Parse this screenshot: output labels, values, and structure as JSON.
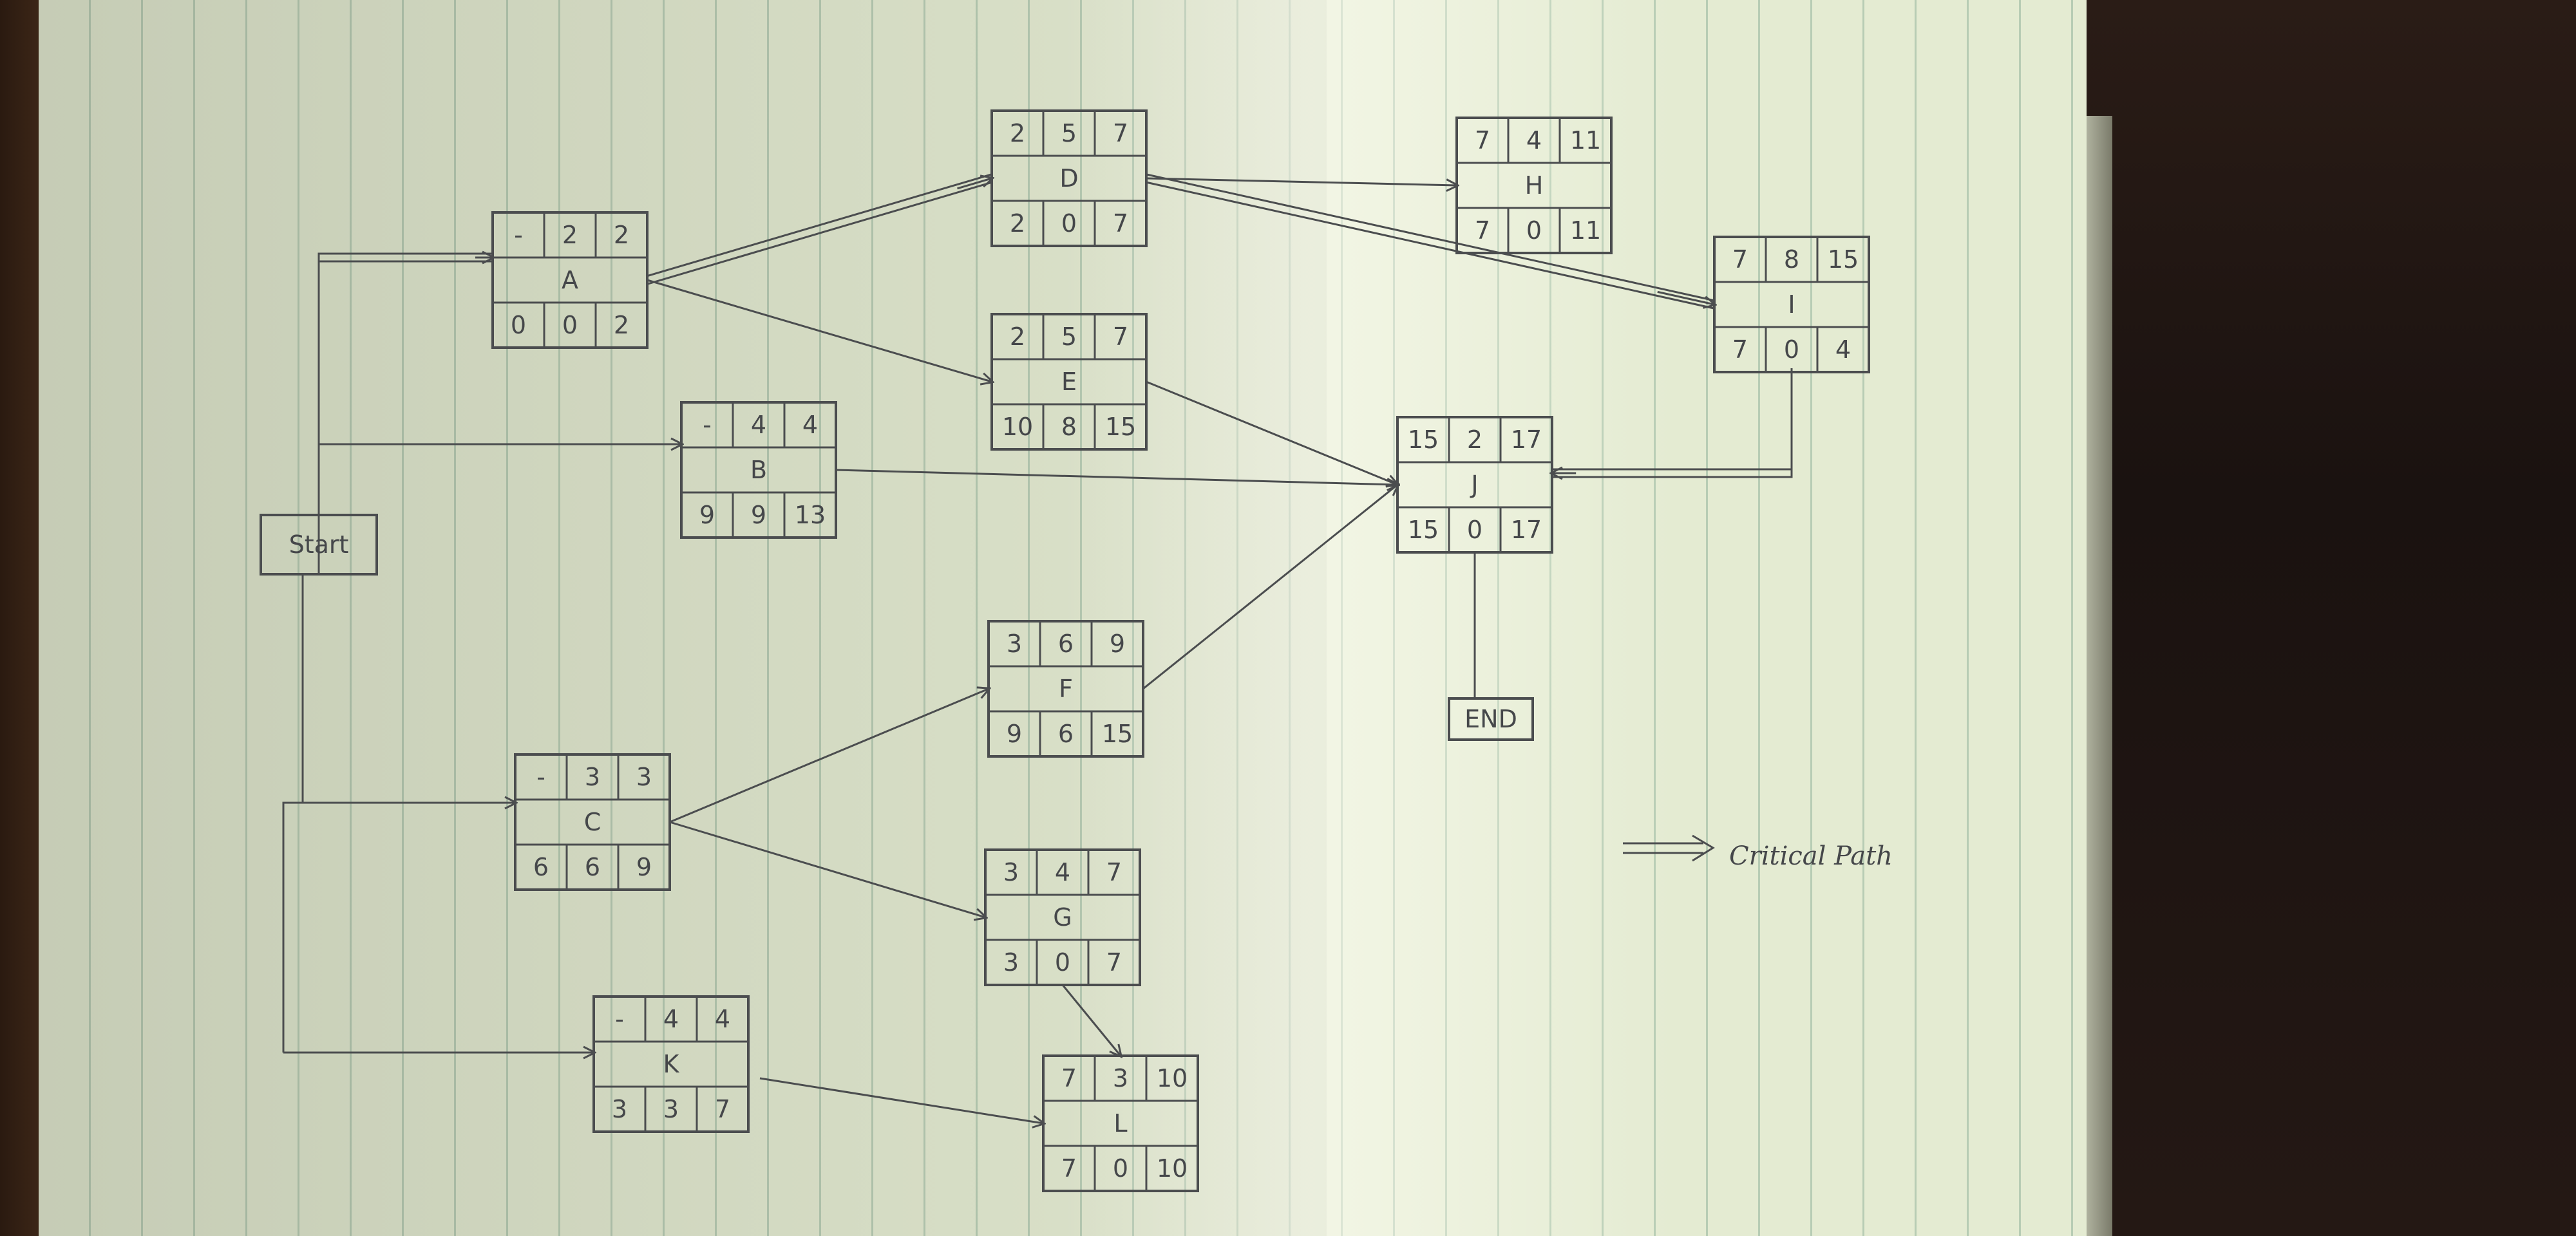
{
  "diagram": {
    "start_label": "Start",
    "end_label": "END",
    "legend_label": "Critical Path",
    "nodes": [
      {
        "id": "A",
        "label": "A",
        "top": [
          "-",
          "2",
          "2"
        ],
        "bottom": [
          "0",
          "0",
          "2"
        ]
      },
      {
        "id": "B",
        "label": "B",
        "top": [
          "-",
          "4",
          "4"
        ],
        "bottom": [
          "9",
          "9",
          "13"
        ]
      },
      {
        "id": "C",
        "label": "C",
        "top": [
          "-",
          "3",
          "3"
        ],
        "bottom": [
          "6",
          "6",
          "9"
        ]
      },
      {
        "id": "K",
        "label": "K",
        "top": [
          "-",
          "4",
          "4"
        ],
        "bottom": [
          "3",
          "3",
          "7"
        ]
      },
      {
        "id": "D",
        "label": "D",
        "top": [
          "2",
          "5",
          "7"
        ],
        "bottom": [
          "2",
          "0",
          "7"
        ]
      },
      {
        "id": "E",
        "label": "E",
        "top": [
          "2",
          "5",
          "7"
        ],
        "bottom": [
          "10",
          "8",
          "15"
        ]
      },
      {
        "id": "F",
        "label": "F",
        "top": [
          "3",
          "6",
          "9"
        ],
        "bottom": [
          "9",
          "6",
          "15"
        ]
      },
      {
        "id": "G",
        "label": "G",
        "top": [
          "3",
          "4",
          "7"
        ],
        "bottom": [
          "3",
          "0",
          "7"
        ]
      },
      {
        "id": "H",
        "label": "H",
        "top": [
          "7",
          "4",
          "11"
        ],
        "bottom": [
          "7",
          "0",
          "11"
        ]
      },
      {
        "id": "I",
        "label": "I",
        "top": [
          "7",
          "8",
          "15"
        ],
        "bottom": [
          "7",
          "0",
          "4"
        ]
      },
      {
        "id": "J",
        "label": "J",
        "top": [
          "15",
          "2",
          "17"
        ],
        "bottom": [
          "15",
          "0",
          "17"
        ]
      },
      {
        "id": "L",
        "label": "L",
        "top": [
          "7",
          "3",
          "10"
        ],
        "bottom": [
          "7",
          "0",
          "10"
        ]
      }
    ],
    "edges": [
      {
        "from": "Start",
        "to": "A",
        "critical": true
      },
      {
        "from": "Start",
        "to": "B",
        "critical": false
      },
      {
        "from": "Start",
        "to": "C",
        "critical": false
      },
      {
        "from": "Start",
        "to": "K",
        "critical": false
      },
      {
        "from": "A",
        "to": "D",
        "critical": true
      },
      {
        "from": "A",
        "to": "E",
        "critical": false
      },
      {
        "from": "D",
        "to": "H",
        "critical": false
      },
      {
        "from": "D",
        "to": "I",
        "critical": true
      },
      {
        "from": "E",
        "to": "J",
        "critical": false
      },
      {
        "from": "B",
        "to": "J",
        "critical": false
      },
      {
        "from": "C",
        "to": "F",
        "critical": false
      },
      {
        "from": "C",
        "to": "G",
        "critical": false
      },
      {
        "from": "F",
        "to": "J",
        "critical": false
      },
      {
        "from": "I",
        "to": "J",
        "critical": true
      },
      {
        "from": "J",
        "to": "END",
        "critical": false
      },
      {
        "from": "G",
        "to": "L",
        "critical": false
      },
      {
        "from": "K",
        "to": "L",
        "critical": false
      }
    ]
  }
}
